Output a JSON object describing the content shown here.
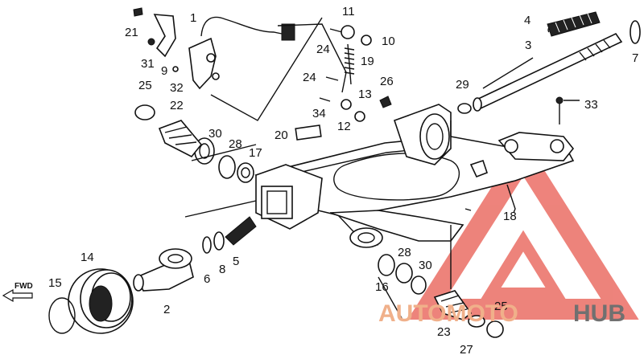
{
  "diagram": {
    "callouts": {
      "c1": "1",
      "c2": "2",
      "c3": "3",
      "c4": "4",
      "c5": "5",
      "c6": "6",
      "c7": "7",
      "c8": "8",
      "c9": "9",
      "c10": "10",
      "c11": "11",
      "c12": "12",
      "c13": "13",
      "c14": "14",
      "c15": "15",
      "c16": "16",
      "c17": "17",
      "c18": "18",
      "c19": "19",
      "c20": "20",
      "c21": "21",
      "c22": "22",
      "c23": "23",
      "c24a": "24",
      "c24b": "24",
      "c25a": "25",
      "c25b": "25",
      "c26": "26",
      "c27": "27",
      "c28a": "28",
      "c28b": "28",
      "c29": "29",
      "c30a": "30",
      "c30b": "30",
      "c31": "31",
      "c32": "32",
      "c33": "33",
      "c34": "34"
    },
    "fwd_label": "FWD"
  },
  "watermark": {
    "text_orange": "AUTOMOTO",
    "text_gray": "HUB",
    "color_orange": "#f0b08a",
    "color_gray": "#707070",
    "logo_color": "#e85a50"
  }
}
